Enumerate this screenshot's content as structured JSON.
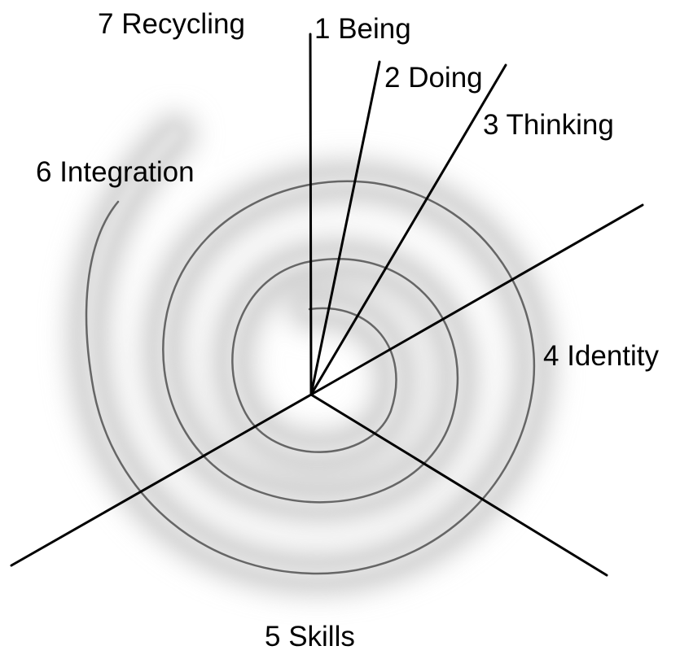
{
  "labels": {
    "being": "1 Being",
    "doing": "2 Doing",
    "thinking": "3 Thinking",
    "identity": "4 Identity",
    "skills": "5 Skills",
    "integration": "6 Integration",
    "recycling": "7 Recycling"
  },
  "colors": {
    "background": "#ffffff",
    "line": "#000000",
    "spiral_line": "#555555",
    "spiral_shadow": "#c8c8c8"
  }
}
